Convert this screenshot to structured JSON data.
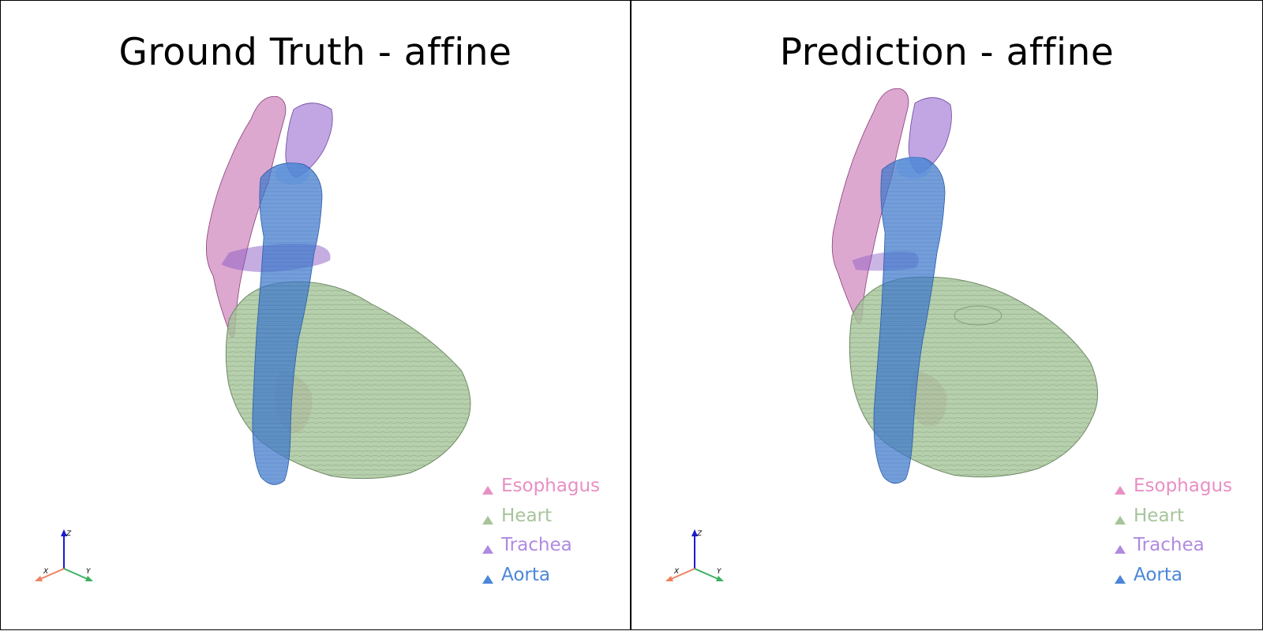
{
  "viewports": [
    {
      "title": "Ground Truth - affine"
    },
    {
      "title": "Prediction - affine"
    }
  ],
  "legend": [
    {
      "label": "Esophagus",
      "color": "#e88fc4"
    },
    {
      "label": "Heart",
      "color": "#a6c49a"
    },
    {
      "label": "Trachea",
      "color": "#b08ae0"
    },
    {
      "label": "Aorta",
      "color": "#4b86d9"
    }
  ],
  "axes": {
    "x": "X",
    "y": "Y",
    "z": "Z",
    "x_color": "#f08060",
    "y_color": "#3cb060",
    "z_color": "#1a1acc"
  }
}
